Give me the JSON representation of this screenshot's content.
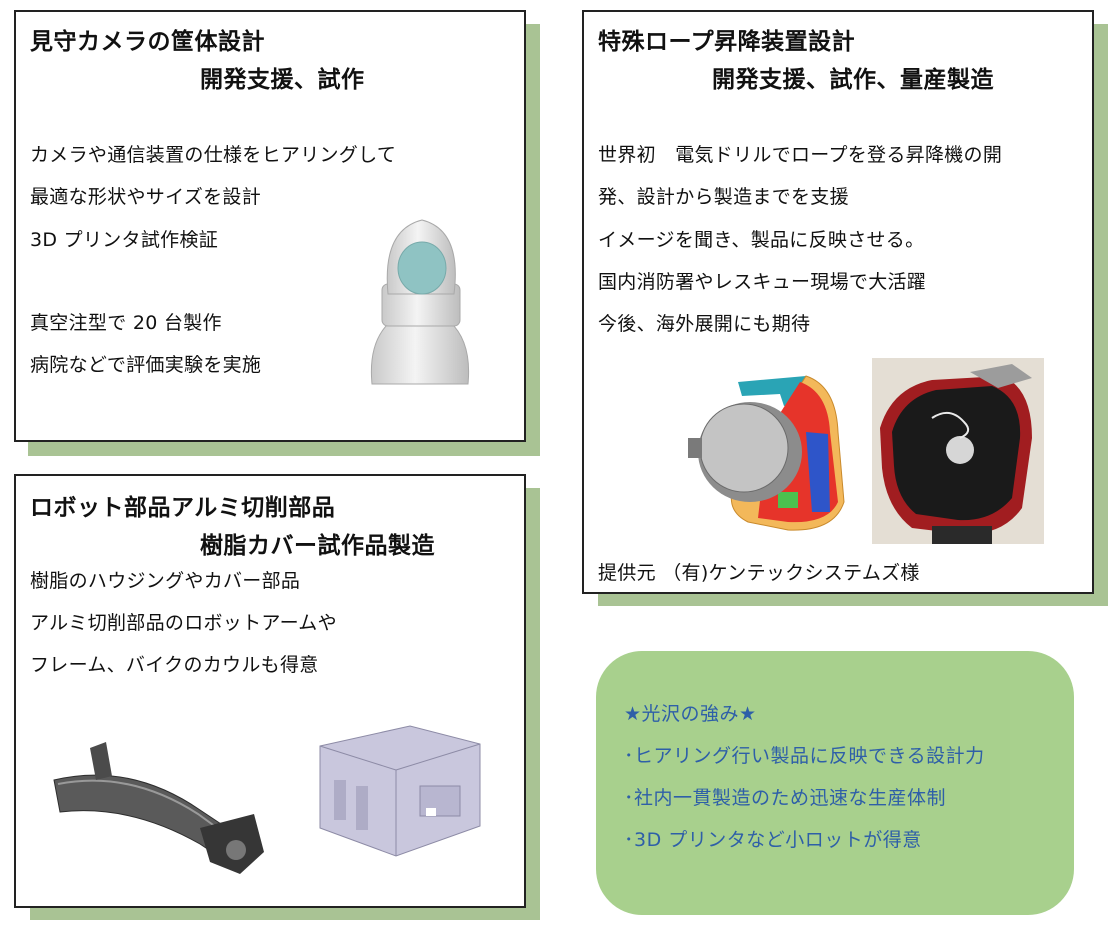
{
  "panel_camera": {
    "title_line1": "見守カメラの筐体設計",
    "title_line2": "開発支援、試作",
    "lines": [
      "カメラや通信装置の仕様をヒアリングして",
      "最適な形状やサイズを設計",
      "3D プリンタ試作検証",
      "真空注型で 20 台製作",
      "病院などで評価実験を実施"
    ]
  },
  "panel_rope": {
    "title_line1": "特殊ロープ昇降装置設計",
    "title_line2": "開発支援、試作、量産製造",
    "lines": [
      "世界初　電気ドリルでロープを登る昇降機の開",
      "発、設計から製造までを支援",
      "イメージを聞き、製品に反映させる。",
      "国内消防署やレスキュー現場で大活躍",
      "今後、海外展開にも期待"
    ],
    "credit": "提供元 （有)ケンテックシステムズ様"
  },
  "panel_robot": {
    "title_line1": "ロボット部品アルミ切削部品",
    "title_line2": "樹脂カバー試作品製造",
    "lines": [
      "樹脂のハウジングやカバー部品",
      "アルミ切削部品のロボットアームや",
      "フレーム、バイクのカウルも得意"
    ]
  },
  "strengths": {
    "heading": "★光沢の強み★",
    "items": [
      "･ヒアリング行い製品に反映できる設計力",
      "･社内一貫製造のため迅速な生産体制",
      "･3D プリンタなど小ロットが得意"
    ]
  },
  "colors": {
    "shadow": "#a9c394",
    "strengths_bg": "#a8d08d",
    "strengths_text": "#2e5fa8"
  }
}
